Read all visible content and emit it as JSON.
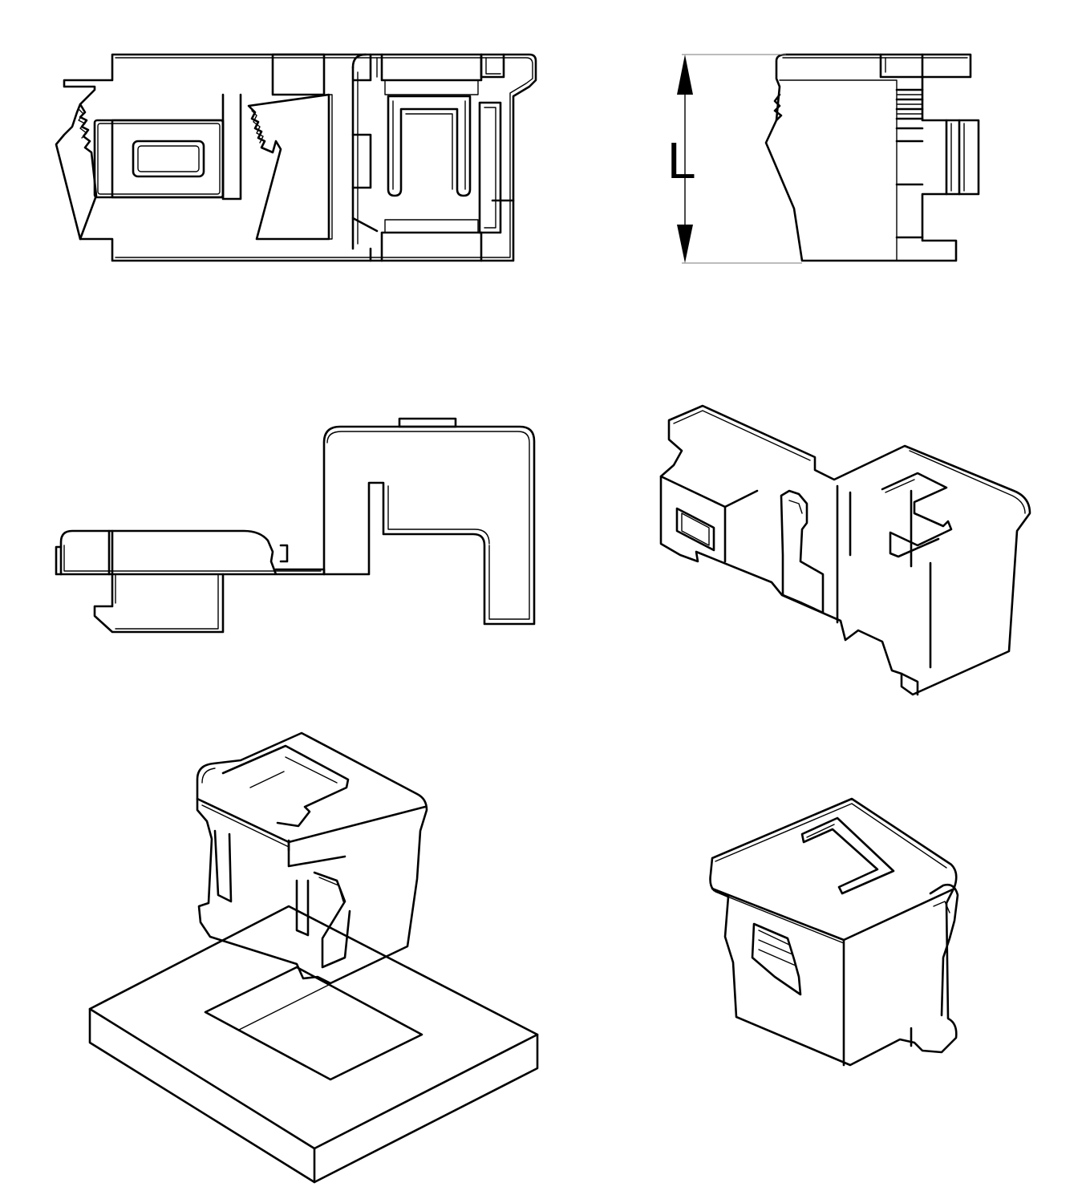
{
  "drawing": {
    "views": [
      {
        "name": "front-view"
      },
      {
        "name": "side-view"
      },
      {
        "name": "top-view"
      },
      {
        "name": "isometric-view-1"
      },
      {
        "name": "isometric-mounted-view"
      },
      {
        "name": "isometric-view-2"
      }
    ],
    "dimension": {
      "label": "L"
    }
  }
}
